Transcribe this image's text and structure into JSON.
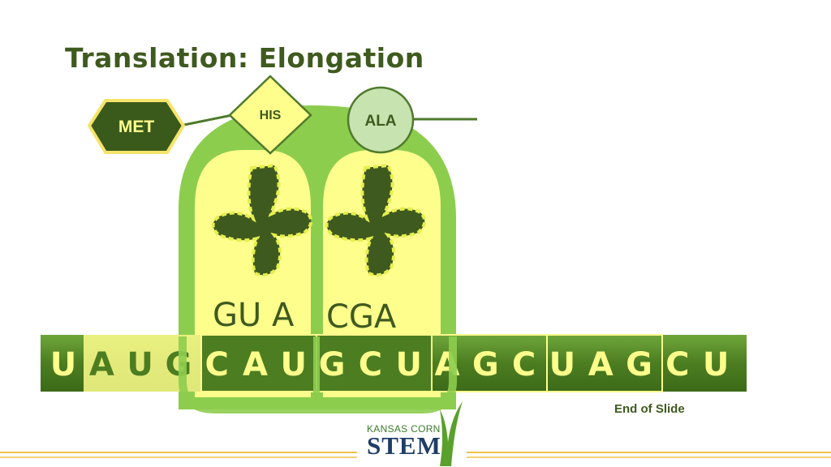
{
  "slide": {
    "title": "Translation: Elongation",
    "footer_note": "End of Slide"
  },
  "amino_acids": [
    {
      "label": "MET",
      "shape": "hexagon"
    },
    {
      "label": "HIS",
      "shape": "diamond"
    },
    {
      "label": "ALA",
      "shape": "circle"
    }
  ],
  "trna": {
    "left_anticodon": "GU A",
    "right_anticodon": "CGA"
  },
  "mrna": {
    "bases": [
      "U",
      "A",
      "U",
      "G",
      "C",
      "A",
      "U",
      "G",
      "C",
      "U",
      "A",
      "G",
      "C",
      "U",
      "A",
      "G",
      "C",
      "U"
    ]
  },
  "logo": {
    "top_text": "KANSAS CORN",
    "main_text": "STEM",
    "icon": "corn-stalk-icon"
  },
  "colors": {
    "dark_green": "#3f5a1f",
    "ribosome_green": "#8dcd4e",
    "yellow": "#fefe8c",
    "mrna_green": "#4c7d21",
    "ala_fill": "#c7e3b0",
    "footer_gold": "#f0c24b"
  }
}
